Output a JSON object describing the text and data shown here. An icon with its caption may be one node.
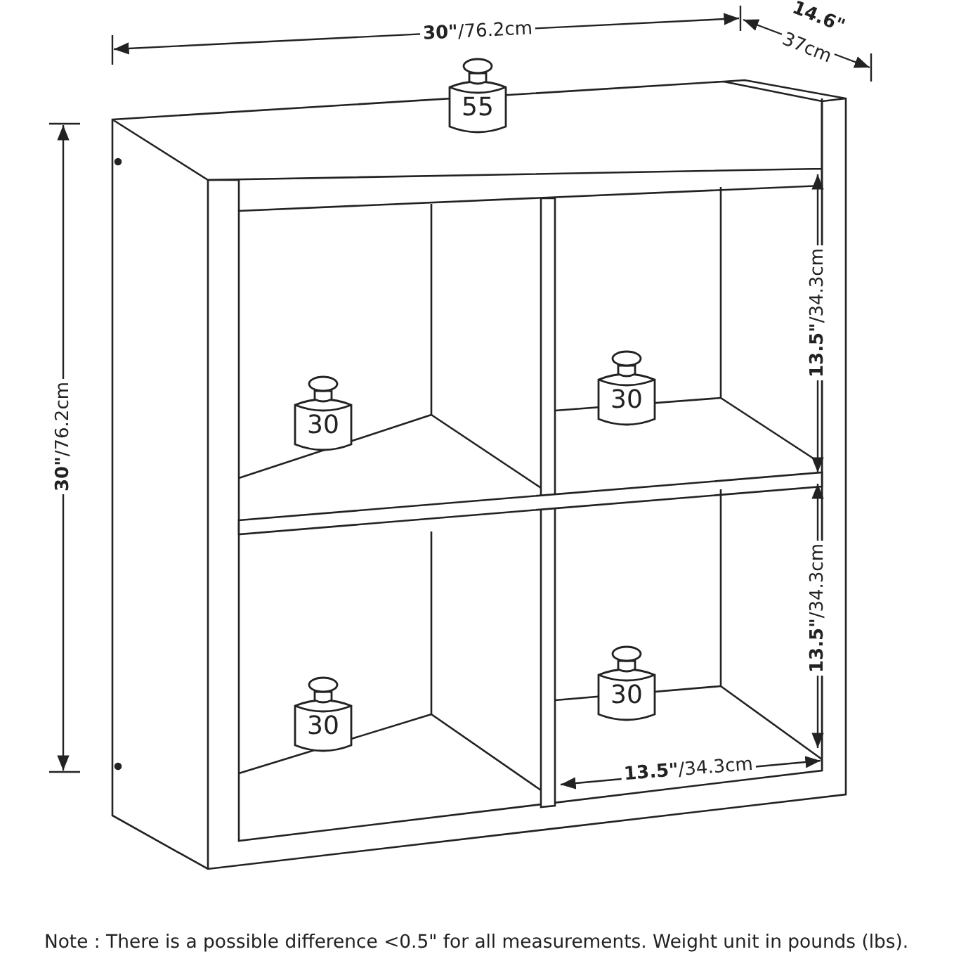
{
  "diagram": {
    "nodes": [
      {
        "text": [
          "55"
        ]
      },
      {
        "text": [
          "30"
        ]
      },
      {
        "text": [
          "30"
        ]
      },
      {
        "text": [
          "30"
        ]
      },
      {
        "text": [
          "30"
        ]
      }
    ],
    "labels": [
      "**30\"**/76.2cm",
      "**14.6\"**",
      "37cm",
      "**30\"**/76.2cm",
      "**13.5\"**/34.3cm",
      "**13.5\"**/34.3cm",
      "**13.5\"**/34.3cm",
      "Note : There is a possible difference <0.5\" for all measurements. Weight unit in pounds (lbs)."
    ]
  }
}
